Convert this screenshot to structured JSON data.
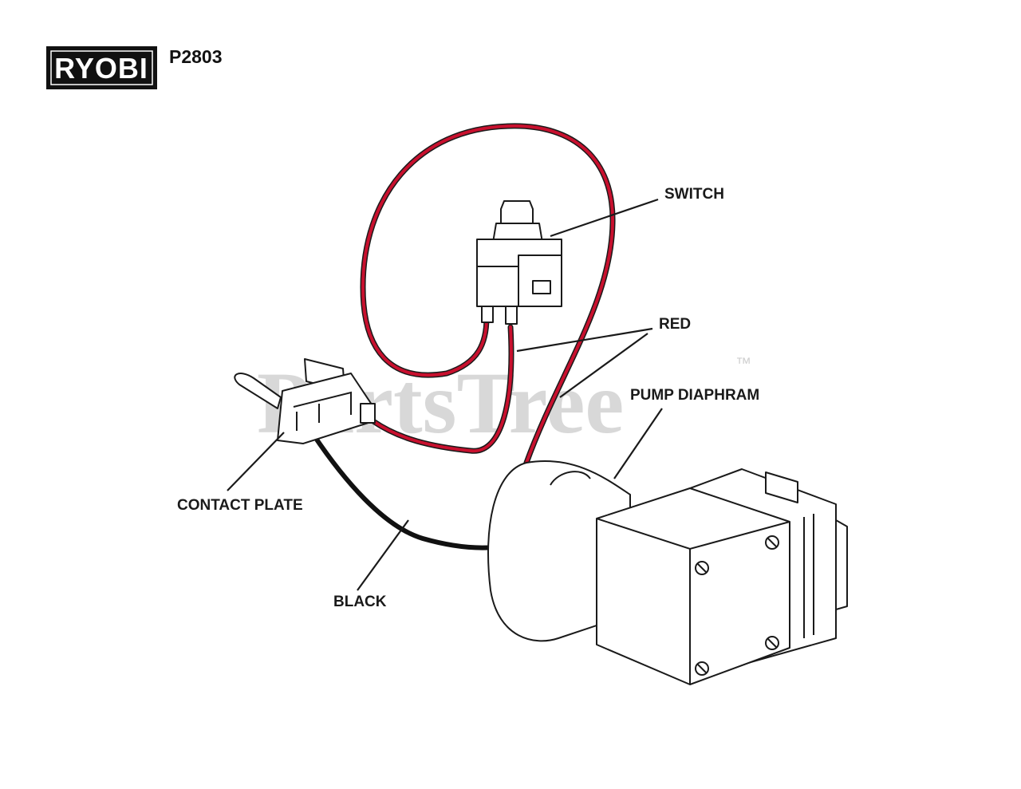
{
  "brand": {
    "logo_text": "RYOBI",
    "model": "P2803"
  },
  "watermark": {
    "text": "PartsTree",
    "trademark": "™"
  },
  "labels": {
    "switch": "SWITCH",
    "red": "RED",
    "pump": "PUMP DIAPHRAM",
    "contact": "CONTACT PLATE",
    "black": "BLACK"
  },
  "colors": {
    "wire_red": "#c8102e",
    "wire_black": "#111111",
    "ink": "#1a1a1a"
  }
}
